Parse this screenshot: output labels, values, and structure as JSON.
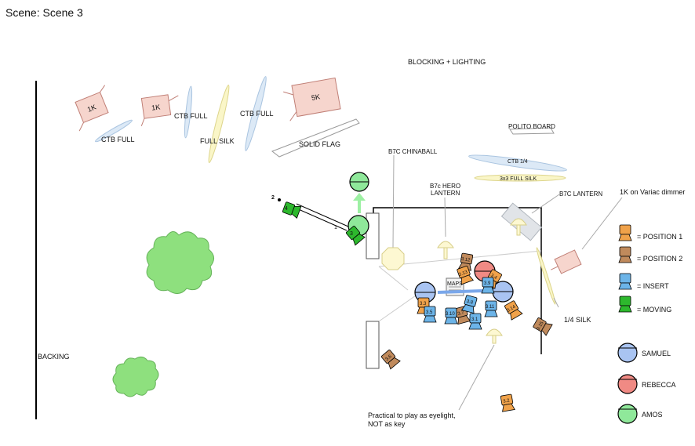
{
  "scene_title": "Scene: Scene 3",
  "heading": "BLOCKING + LIGHTING",
  "backing_label": "BACKING",
  "fixtures": {
    "lamp_1k_a": "1K",
    "lamp_1k_b": "1K",
    "lamp_5k": "5K",
    "ctb_full_a": "CTB FULL",
    "ctb_full_b": "CTB FULL",
    "ctb_full_c": "CTB FULL",
    "full_silk": "FULL SILK",
    "solid_flag": "SOLID FLAG",
    "polito_board": "POLITO BOARD",
    "ctb_quarter": "CTB 1/4",
    "full_silk_3x3": "3x3 FULL SILK",
    "chinaball": "B7C CHINABALL",
    "hero_lantern_line1": "B7c HERO",
    "hero_lantern_line2": "LANTERN",
    "b7c_lantern": "B7C LANTERN",
    "variac_1k": "1K on Variac dimmer",
    "quarter_silk": "1/4 SILK",
    "maps_prop": "MAPS",
    "practical_note_line1": "Practical to play as eyelight,",
    "practical_note_line2": "NOT as key"
  },
  "camera_marks": [
    "3.1",
    "3.2",
    "3.3",
    "3.4",
    "3.5",
    "3.6",
    "3.7",
    "3.8",
    "3.9",
    "3.10",
    "3.11",
    "3.12",
    "3.13",
    "3.14",
    "3.15"
  ],
  "move_marks": [
    "1",
    "2",
    "3",
    "4"
  ],
  "legend": {
    "position1": "= POSITION 1",
    "position2": "= POSITION 2",
    "insert": "= INSERT",
    "moving": "= MOVING",
    "samuel": "SAMUEL",
    "rebecca": "REBECCA",
    "amos": "AMOS"
  },
  "colors": {
    "position1": "#f0a24a",
    "position2": "#c08a5c",
    "insert": "#6cb4e8",
    "moving": "#2db82d",
    "samuel": "#a9c4f2",
    "rebecca": "#f08a84",
    "amos": "#8fe89a",
    "lamp_fill": "#f6d5cd",
    "lamp_stroke": "#c07f76",
    "ctb_gel": "#dce9f6",
    "silk": "#faf6c8",
    "tree": "#8ee07e"
  }
}
